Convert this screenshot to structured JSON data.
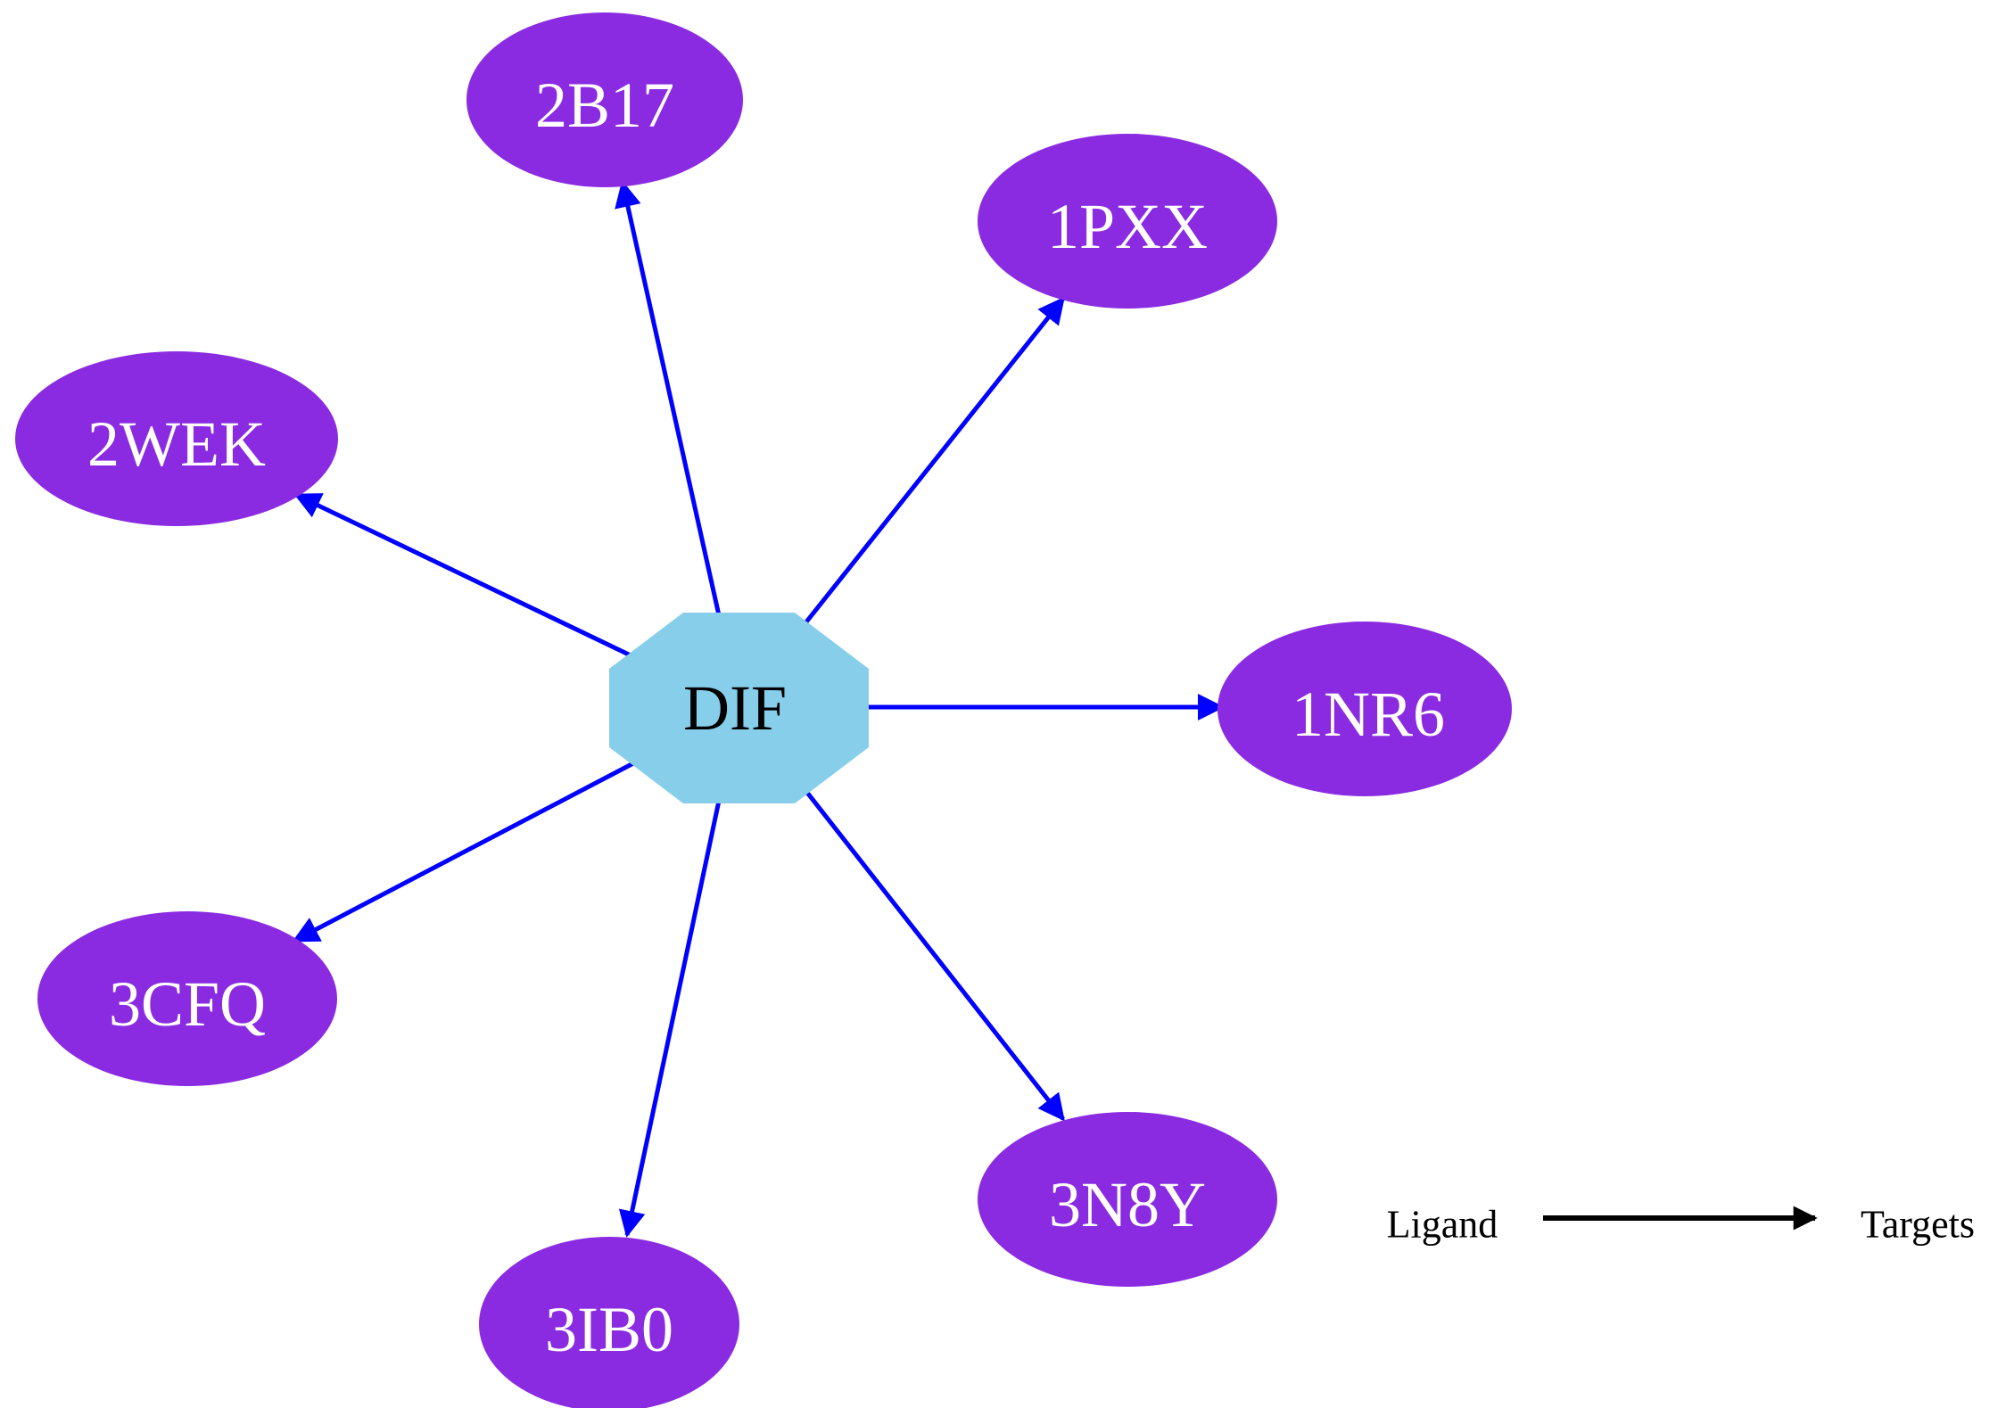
{
  "colors": {
    "ligand_fill": "#87CEEB",
    "target_fill": "#8A2BE2",
    "target_text": "#FFFFFF",
    "ligand_text": "#000000",
    "edge": "#0000FF",
    "legend_edge": "#000000"
  },
  "ligand": {
    "label": "DIF",
    "shape": "octagon"
  },
  "targets": [
    {
      "id": "2B17",
      "label": "2B17"
    },
    {
      "id": "1PXX",
      "label": "1PXX"
    },
    {
      "id": "2WEK",
      "label": "2WEK"
    },
    {
      "id": "1NR6",
      "label": "1NR6"
    },
    {
      "id": "3CFQ",
      "label": "3CFQ"
    },
    {
      "id": "3N8Y",
      "label": "3N8Y"
    },
    {
      "id": "3IB0",
      "label": "3IB0"
    }
  ],
  "edges": [
    {
      "from": "DIF",
      "to": "2B17"
    },
    {
      "from": "DIF",
      "to": "1PXX"
    },
    {
      "from": "DIF",
      "to": "2WEK"
    },
    {
      "from": "DIF",
      "to": "1NR6"
    },
    {
      "from": "DIF",
      "to": "3CFQ"
    },
    {
      "from": "DIF",
      "to": "3N8Y"
    },
    {
      "from": "DIF",
      "to": "3IB0"
    }
  ],
  "legend": {
    "source_label": "Ligand",
    "target_label": "Targets"
  }
}
